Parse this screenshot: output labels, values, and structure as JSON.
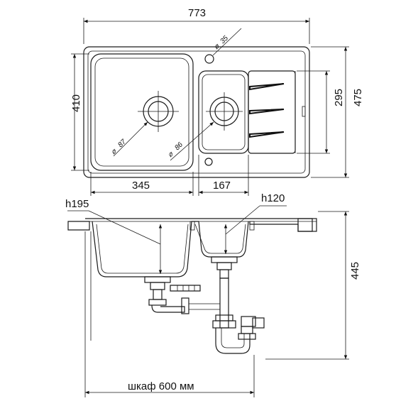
{
  "dimensions": {
    "overall_width": "773",
    "overall_depth": "475",
    "bowl_depth": "410",
    "small_bowl_depth": "295",
    "main_bowl_width": "345",
    "small_bowl_width": "167",
    "tap_hole": "35",
    "drain_main": "87",
    "drain_small": "86",
    "main_bowl_height": "h195",
    "small_bowl_height": "h120",
    "install_height": "445",
    "cabinet": "шкаф 600 мм"
  },
  "symbols": {
    "diameter": "⌀"
  }
}
